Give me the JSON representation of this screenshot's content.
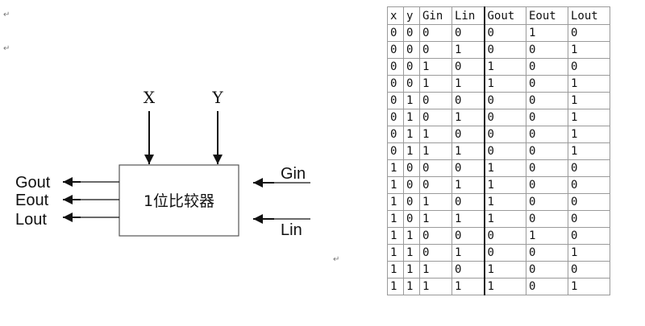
{
  "diagram": {
    "block_label": "1位比较器",
    "inputs_top": [
      "X",
      "Y"
    ],
    "inputs_right": [
      "Gin",
      "Lin"
    ],
    "outputs_left": [
      "Gout",
      "Eout",
      "Lout"
    ]
  },
  "para_mark": "↵",
  "table": {
    "headers": [
      "x",
      "y",
      "Gin",
      "Lin",
      "Gout",
      "Eout",
      "Lout"
    ],
    "rows": [
      [
        "0",
        "0",
        "0",
        "0",
        "0",
        "1",
        "0"
      ],
      [
        "0",
        "0",
        "0",
        "1",
        "0",
        "0",
        "1"
      ],
      [
        "0",
        "0",
        "1",
        "0",
        "1",
        "0",
        "0"
      ],
      [
        "0",
        "0",
        "1",
        "1",
        "1",
        "0",
        "1"
      ],
      [
        "0",
        "1",
        "0",
        "0",
        "0",
        "0",
        "1"
      ],
      [
        "0",
        "1",
        "0",
        "1",
        "0",
        "0",
        "1"
      ],
      [
        "0",
        "1",
        "1",
        "0",
        "0",
        "0",
        "1"
      ],
      [
        "0",
        "1",
        "1",
        "1",
        "0",
        "0",
        "1"
      ],
      [
        "1",
        "0",
        "0",
        "0",
        "1",
        "0",
        "0"
      ],
      [
        "1",
        "0",
        "0",
        "1",
        "1",
        "0",
        "0"
      ],
      [
        "1",
        "0",
        "1",
        "0",
        "1",
        "0",
        "0"
      ],
      [
        "1",
        "0",
        "1",
        "1",
        "1",
        "0",
        "0"
      ],
      [
        "1",
        "1",
        "0",
        "0",
        "0",
        "1",
        "0"
      ],
      [
        "1",
        "1",
        "0",
        "1",
        "0",
        "0",
        "1"
      ],
      [
        "1",
        "1",
        "1",
        "0",
        "1",
        "0",
        "0"
      ],
      [
        "1",
        "1",
        "1",
        "1",
        "1",
        "0",
        "1"
      ]
    ]
  }
}
